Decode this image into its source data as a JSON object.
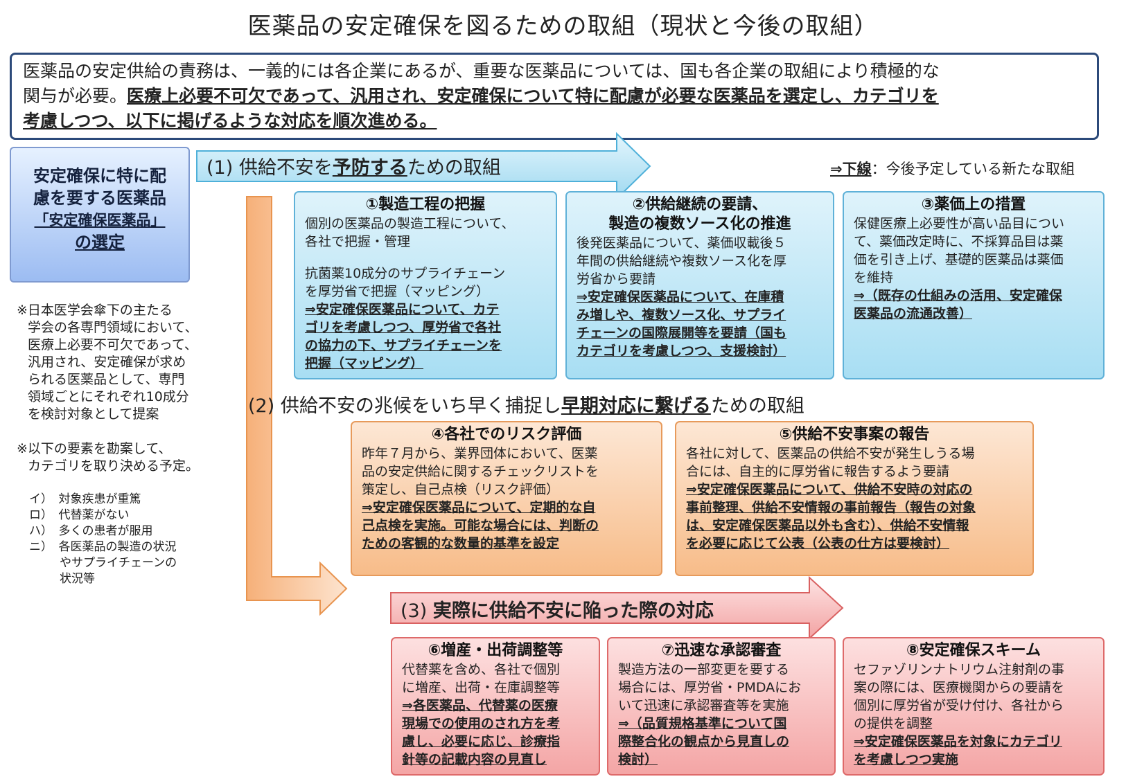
{
  "title": "医薬品の安定確保を図るための取組（現状と今後の取組）",
  "intro": {
    "line1": "医薬品の安定供給の責務は、一義的には各企業にあるが、重要な医薬品については、国も各企業の取組により積極的な",
    "line2_prefix": "関与が必要。",
    "line2_emph": "医療上必要不可欠であって、汎用され、安定確保について特に配慮が必要な医薬品を選定し、カテゴリを",
    "line3_emph": "考慮しつつ、以下に掲げるような対応を順次進める。"
  },
  "selection": {
    "line1": "安定確保に特に配",
    "line2": "慮を要する医薬品",
    "line3": "「安定確保医薬品」",
    "line4": "の選定"
  },
  "notes": {
    "note1": [
      "※日本医学会傘下の主たる",
      "学会の各専門領域において、",
      "医療上必要不可欠であって、",
      "汎用され、安定確保が求め",
      "られる医薬品として、専門",
      "領域ごとにそれぞれ10成分",
      "を検討対象として提案"
    ],
    "note2": [
      "※以下の要素を勘案して、",
      "カテゴリを取り決める予定。"
    ],
    "factors": [
      "イ）　対象疾患が重篤",
      "ロ）　代替薬がない",
      "ハ）　多くの患者が服用",
      "ニ）　各医薬品の製造の状況",
      "やサプライチェーンの",
      "状況等"
    ]
  },
  "legend": {
    "label": "⇒下線",
    "text": "：今後予定している新たな取組"
  },
  "sections": {
    "s1": {
      "num": "(1)",
      "pre": "供給不安を",
      "emph": "予防する",
      "post": "ための取組"
    },
    "s2": {
      "num": "(2)",
      "pre": "供給不安の兆候をいち早く捕捉し",
      "emph": "早期対応に繋げる",
      "post": "ための取組"
    },
    "s3": {
      "num": "(3)",
      "emph": "実際に供給不安に陥った際の対応"
    }
  },
  "boxes": {
    "b1": {
      "heading": "①製造工程の把握",
      "body1": [
        "個別の医薬品の製造工程について、",
        "各社で把握・管理"
      ],
      "body2": [
        "抗菌薬10成分のサプライチェーン",
        "を厚労省で把握（マッピング）"
      ],
      "future": [
        "⇒安定確保医薬品について、カテ",
        "ゴリを考慮しつつ、厚労省で各社",
        "の協力の下、サプライチェーンを",
        "把握（マッピング）"
      ]
    },
    "b2": {
      "heading": [
        "②供給継続の要請、",
        "製造の複数ソース化の推進"
      ],
      "body": [
        "後発医薬品について、薬価収載後５",
        "年間の供給継続や複数ソース化を厚",
        "労省から要請"
      ],
      "future": [
        "⇒安定確保医薬品について、在庫積",
        "み増しや、複数ソース化、サプライ",
        "チェーンの国際展開等を要請（国も",
        "カテゴリを考慮しつつ、支援検討）"
      ]
    },
    "b3": {
      "heading": "③薬価上の措置",
      "body": [
        "保健医療上必要性が高い品目につい",
        "て、薬価改定時に、不採算品目は薬",
        "価を引き上げ、基礎的医薬品は薬価",
        "を維持"
      ],
      "future": [
        "⇒（既存の仕組みの活用、安定確保",
        "医薬品の流通改善）"
      ]
    },
    "b4": {
      "heading": "④各社でのリスク評価",
      "body": [
        "昨年７月から、業界団体において、医薬",
        "品の安定供給に関するチェックリストを",
        "策定し、自己点検（リスク評価）"
      ],
      "future": [
        "⇒安定確保医薬品について、定期的な自",
        "己点検を実施。可能な場合には、判断の",
        "ための客観的な数量的基準を設定"
      ]
    },
    "b5": {
      "heading": "⑤供給不安事案の報告",
      "body": [
        "各社に対して、医薬品の供給不安が発生しうる場",
        "合には、自主的に厚労省に報告するよう要請"
      ],
      "future": [
        "⇒安定確保医薬品について、供給不安時の対応の",
        "事前整理、供給不安情報の事前報告（報告の対象",
        "は、安定確保医薬品以外も含む）、供給不安情報",
        "を必要に応じて公表（公表の仕方は要検討）"
      ]
    },
    "b6": {
      "heading": "⑥増産・出荷調整等",
      "body": [
        "代替薬を含め、各社で個別",
        "に増産、出荷・在庫調整等"
      ],
      "future": [
        "⇒各医薬品、代替薬の医療",
        "現場での使用のされ方を考",
        "慮し、必要に応じ、診療指",
        "針等の記載内容の見直し"
      ]
    },
    "b7": {
      "heading": "⑦迅速な承認審査",
      "body": [
        "製造方法の一部変更を要する",
        "場合には、厚労省・PMDAにお",
        "いて迅速に承認審査等を実施"
      ],
      "future": [
        "⇒（品質規格基準について国",
        "際整合化の観点から見直しの",
        "検討）"
      ]
    },
    "b8": {
      "heading": "⑧安定確保スキーム",
      "body": [
        "セファゾリンナトリウム注射剤の事",
        "案の際には、医療機関からの要請を",
        "個別に厚労省が受け付け、各社から",
        "の提供を調整"
      ],
      "future": [
        "⇒安定確保医薬品を対象にカテゴリ",
        "を考慮しつつ実施"
      ]
    }
  },
  "colors": {
    "prevent": "#bfe8f7",
    "early": "#f8bf8c",
    "response": "#f6b1b1",
    "frame": "#2c4a7a"
  }
}
